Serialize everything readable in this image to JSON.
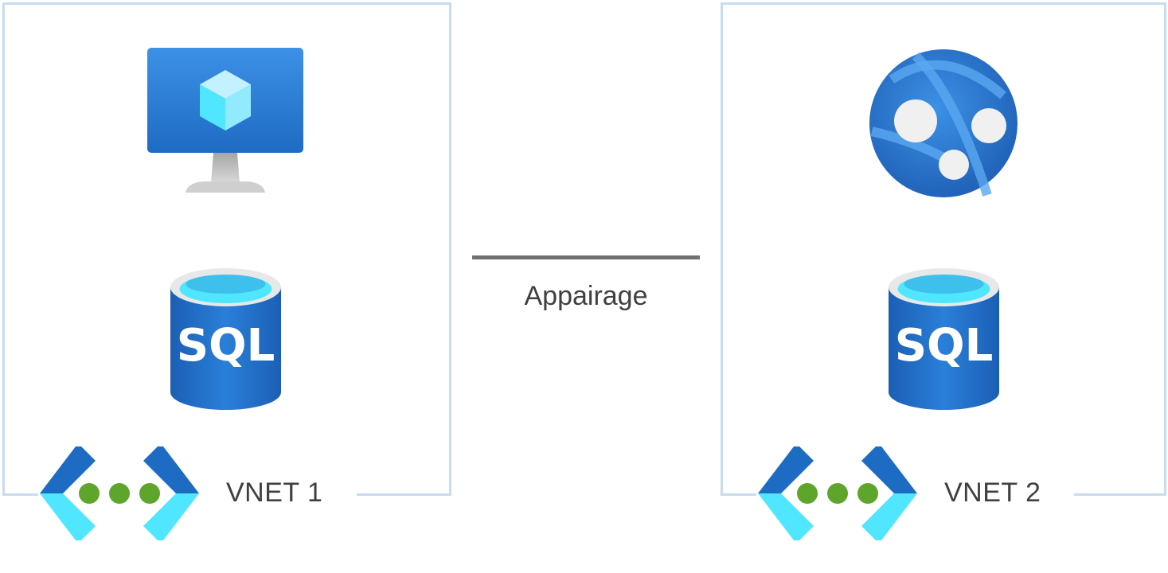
{
  "diagram": {
    "vnet1": {
      "label": "VNET 1",
      "resources": [
        "virtual-machine",
        "sql-database"
      ]
    },
    "vnet2": {
      "label": "VNET 2",
      "resources": [
        "web-app",
        "sql-database"
      ]
    },
    "peering": {
      "label": "Appairage"
    },
    "sql_label": "SQL",
    "colors": {
      "box_border": "#c7dcef",
      "azure_blue": "#1e6bc3",
      "azure_light": "#50e6ff",
      "green_dot": "#5ea62b",
      "text": "#404040",
      "line": "#707070"
    }
  }
}
